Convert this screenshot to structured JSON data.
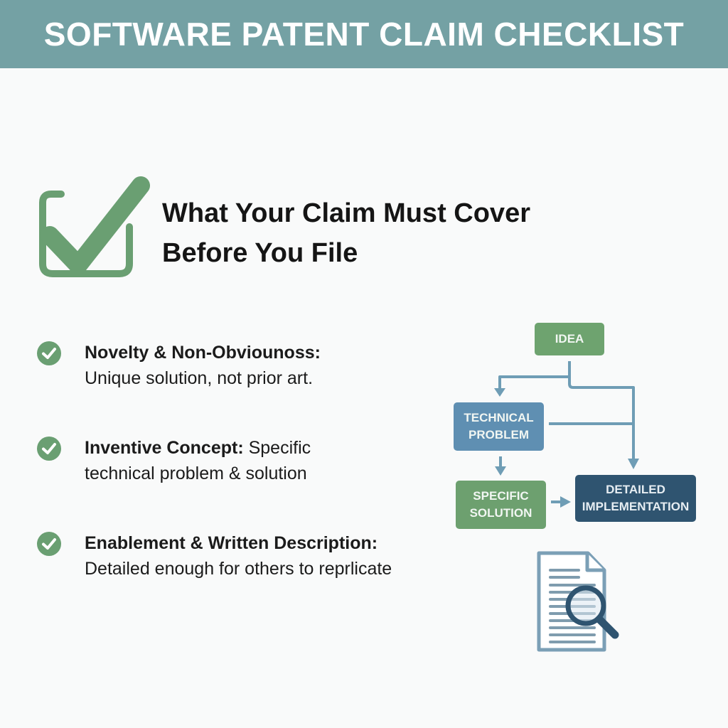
{
  "banner": {
    "title": "SOFTWARE PATENT CLAIM CHECKLIST",
    "color": "#74a1a4"
  },
  "hero": {
    "icon": "checkbox-checked-icon",
    "title_line1": "What Your Claim Must Cover",
    "title_line2": "Before You File"
  },
  "checklist": {
    "items": [
      {
        "icon": "check-circle-icon",
        "heading": "Novelty & Non-Obviounoss:",
        "body": "Unique solution, not prior art."
      },
      {
        "icon": "check-circle-icon",
        "heading": "Inventive Concept:",
        "body_inline": " Specific",
        "body": "technical problem & solution"
      },
      {
        "icon": "check-circle-icon",
        "heading": "Enablement & Written Description:",
        "body": "Detailed enough for others to reprlicate"
      }
    ]
  },
  "flow_diagram": {
    "nodes": {
      "idea": "IDEA",
      "problem_line1": "TECHNICAL",
      "problem_line2": "PROBLEM",
      "solution_line1": "SPECIFIC",
      "solution_line2": "SOLUTION",
      "impl_line1": "DETAILED",
      "impl_line2": "IMPLEMENTATION"
    },
    "colors": {
      "green": "#6ea36f",
      "blue": "#5f8fb2",
      "navy": "#2f5470",
      "arrow": "#6f9db5"
    }
  },
  "document_icon": "document-search-icon",
  "colors": {
    "accent_green": "#6a9f72",
    "background": "#f9fafa"
  }
}
